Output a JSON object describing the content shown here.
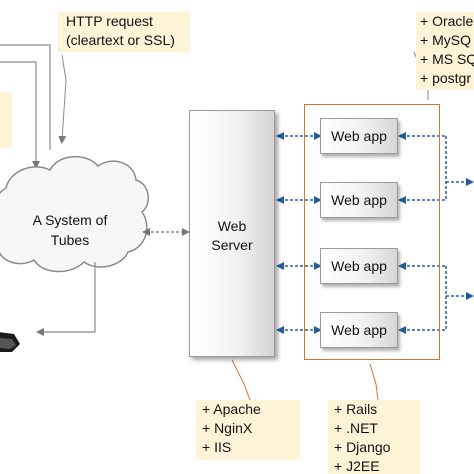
{
  "http_note": {
    "line1": "HTTP request",
    "line2": "(cleartext or SSL)"
  },
  "cloud": {
    "line1": "A System of",
    "line2": "Tubes"
  },
  "web_server": {
    "line1": "Web",
    "line2": "Server"
  },
  "web_apps": [
    {
      "label": "Web app"
    },
    {
      "label": "Web app"
    },
    {
      "label": "Web app"
    },
    {
      "label": "Web app"
    }
  ],
  "server_list": [
    "+ Apache",
    "+ NginX",
    "+ IIS"
  ],
  "framework_list": [
    "+ Rails",
    "+ .NET",
    "+ Django",
    "+ J2EE"
  ],
  "database_list": [
    "+ Oracle",
    "+ MySQ",
    "+ MS SQ",
    "+ postgr"
  ],
  "colors": {
    "note_fill": "#fdf3d6",
    "frame_border": "#d2762b",
    "arrow": "#2a5b9e",
    "connector": "#8a8a8a"
  }
}
